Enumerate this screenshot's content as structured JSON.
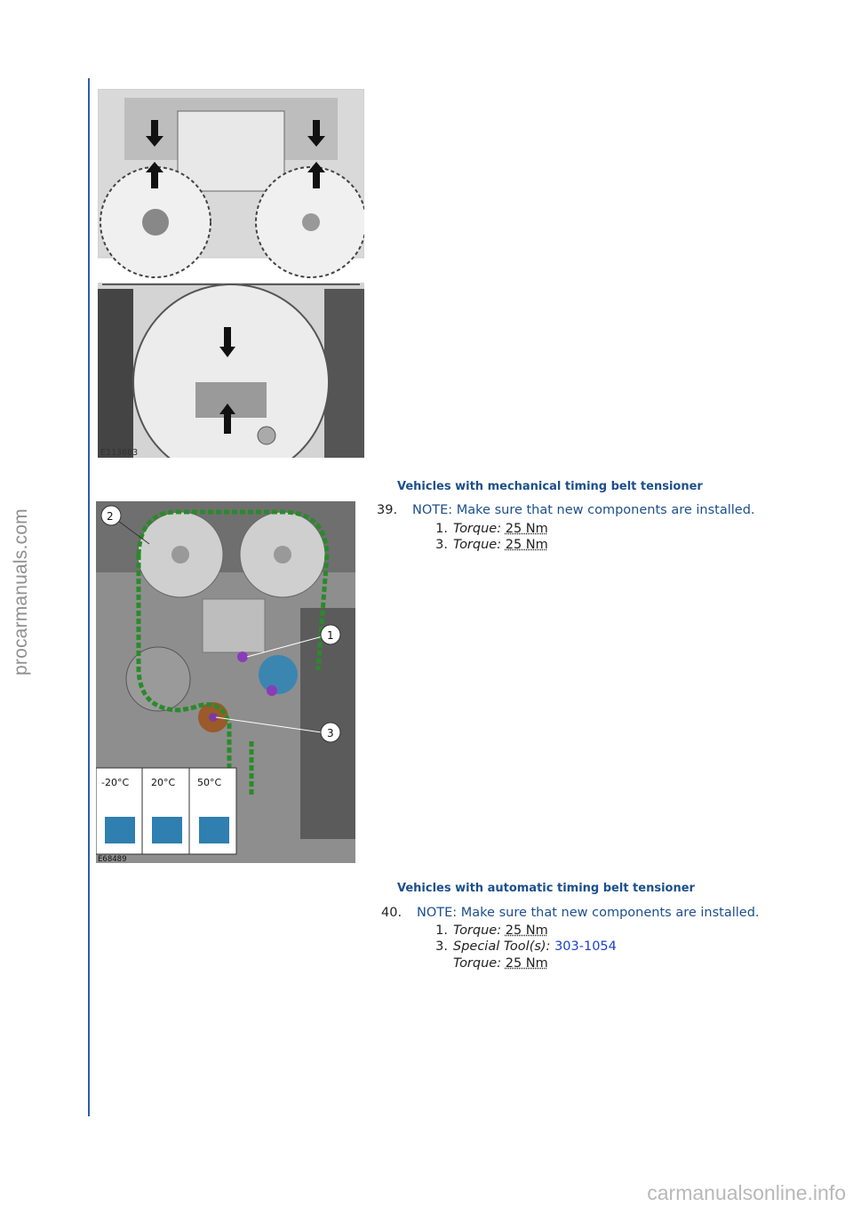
{
  "sidebar": {
    "watermark": "procarmanuals.com"
  },
  "figures": {
    "fig1_code": "E113883",
    "fig2_code": "E68489",
    "fig2_callouts": [
      "2",
      "1",
      "3"
    ],
    "fig2_temps": [
      "-20°C",
      "20°C",
      "50°C"
    ]
  },
  "sections": [
    {
      "caption": "Vehicles with mechanical timing belt tensioner",
      "step_number": "39.",
      "note": "NOTE: Make sure that new components are installed.",
      "items": [
        {
          "n": "1.",
          "label": "Torque:",
          "value": "25 Nm"
        },
        {
          "n": "3.",
          "label": "Torque:",
          "value": "25 Nm"
        }
      ]
    },
    {
      "caption": "Vehicles with automatic timing belt tensioner",
      "step_number": "40.",
      "note": "NOTE: Make sure that new components are installed.",
      "items": [
        {
          "n": "1.",
          "label": "Torque:",
          "value": "25 Nm"
        },
        {
          "n": "3.",
          "label": "Special Tool(s):",
          "value": "303-1054"
        },
        {
          "n": "",
          "label": "Torque:",
          "value": "25 Nm"
        }
      ]
    }
  ],
  "footer": {
    "watermark": "carmanualsonline.info"
  }
}
